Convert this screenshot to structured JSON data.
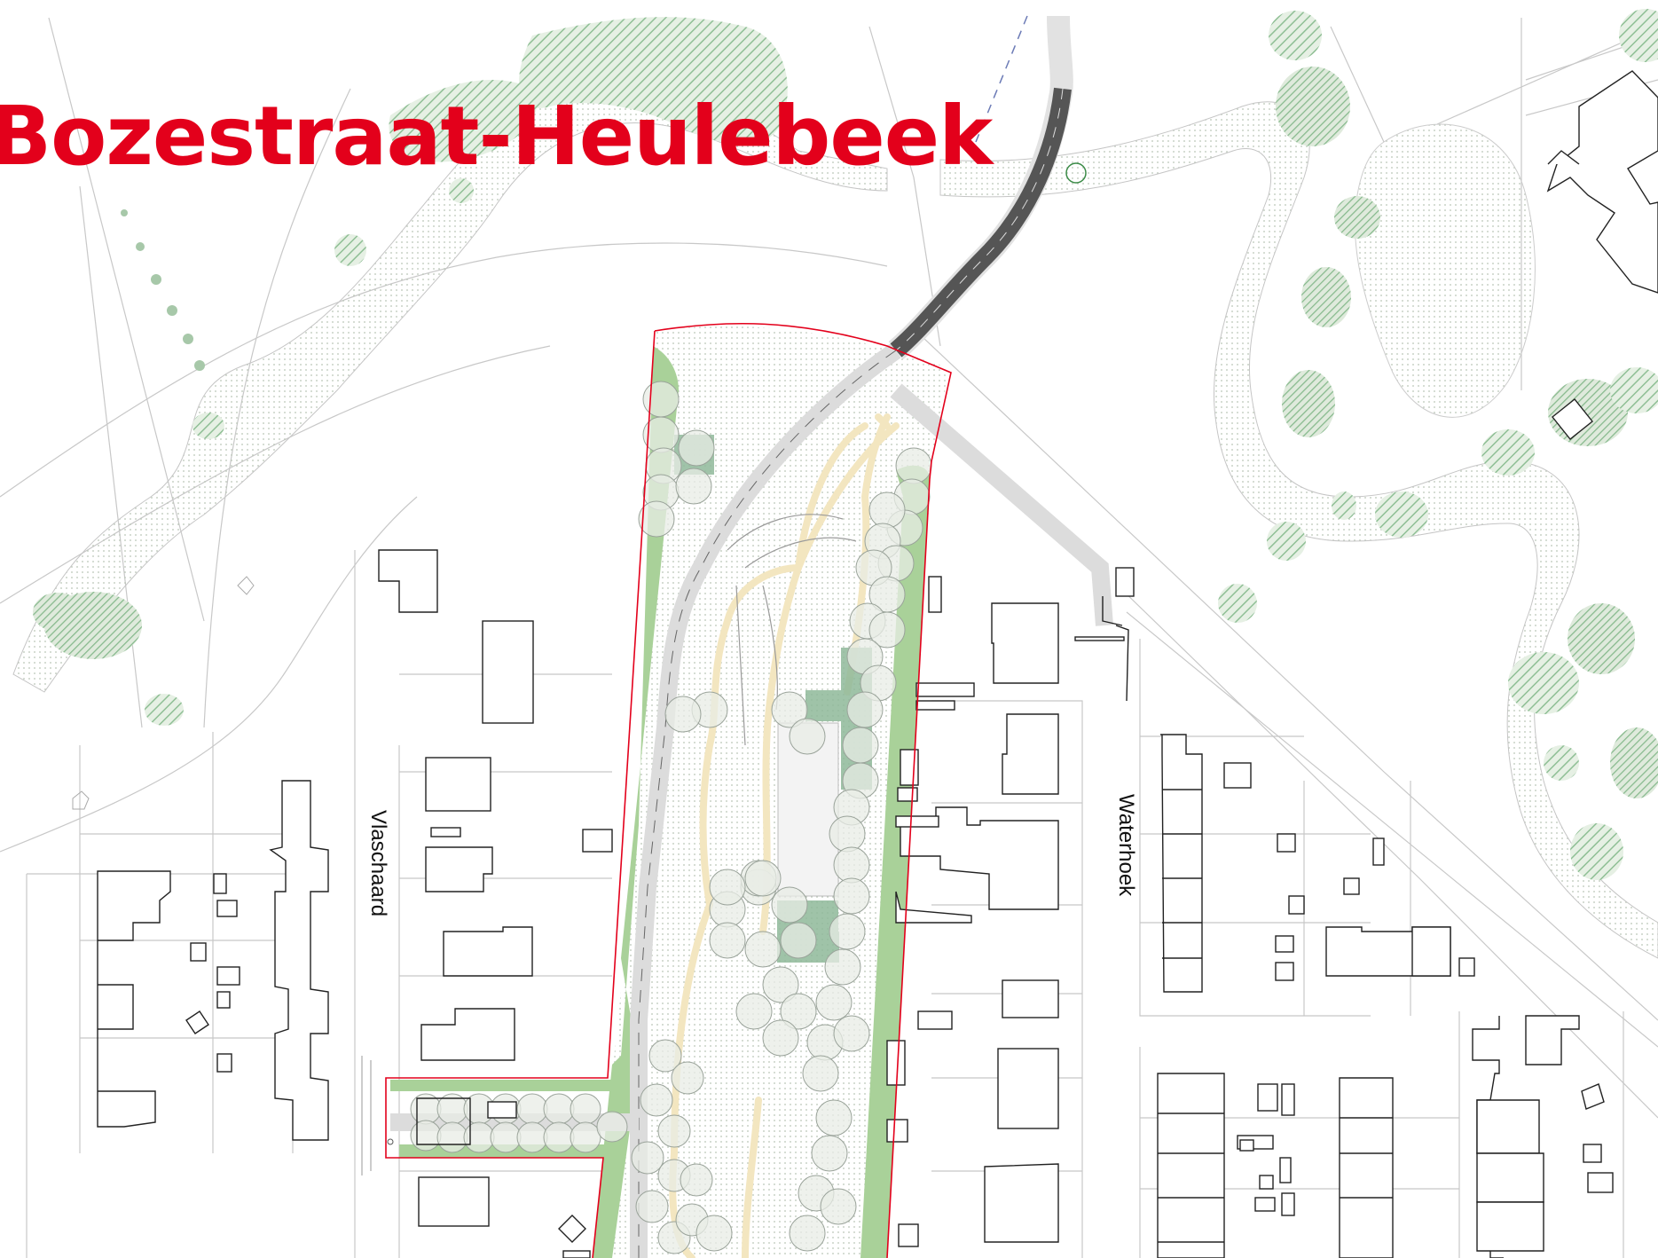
{
  "title": "Bozestraat-Heulebeek",
  "streets": [
    {
      "name": "Vlaschaard"
    },
    {
      "name": "Waterhoek"
    }
  ],
  "colors": {
    "title": "#e3001b",
    "plan_boundary": "#e3001b",
    "green_strip": "#a9d199",
    "vegetation_hatch": "#8fbf95",
    "tree_fill": "#e8ece6",
    "bike_path": "#dcdcdc",
    "asphalt_road": "#555555",
    "gravel_path": "#f3e6c0",
    "building_outline": "#222222",
    "parcel_line": "#c8c8c8"
  },
  "icons": [
    "tree-icon"
  ]
}
